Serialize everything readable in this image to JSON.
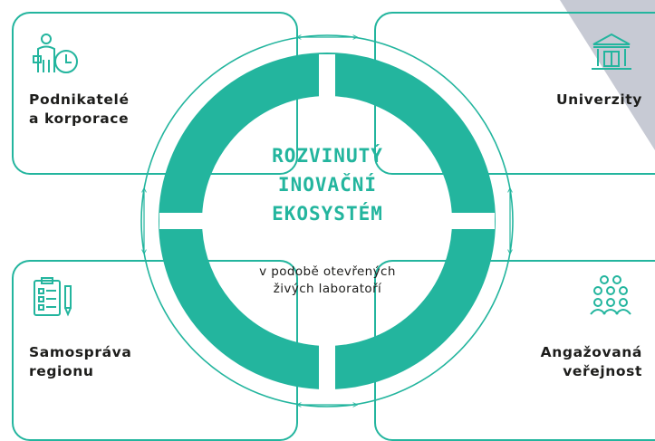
{
  "center": {
    "title_lines": [
      "ROZVINUTÝ",
      "INOVAČNÍ",
      "EKOSYSTÉM"
    ],
    "subtitle_lines": [
      "v podobě otevřených",
      "živých laboratoří"
    ]
  },
  "quadrants": {
    "top_left": {
      "lines": [
        "Podnikatelé",
        "a korporace"
      ],
      "icon": "businessman-clock-icon"
    },
    "top_right": {
      "lines": [
        "Univerzity"
      ],
      "icon": "university-building-icon"
    },
    "bottom_left": {
      "lines": [
        "Samospráva",
        "regionu"
      ],
      "icon": "checklist-pen-icon"
    },
    "bottom_right": {
      "lines": [
        "Angažovaná",
        "veřejnost"
      ],
      "icon": "people-group-icon"
    }
  },
  "colors": {
    "accent": "#23b59e",
    "text": "#1d1d1b",
    "corner_shape": "#c7cad4"
  }
}
